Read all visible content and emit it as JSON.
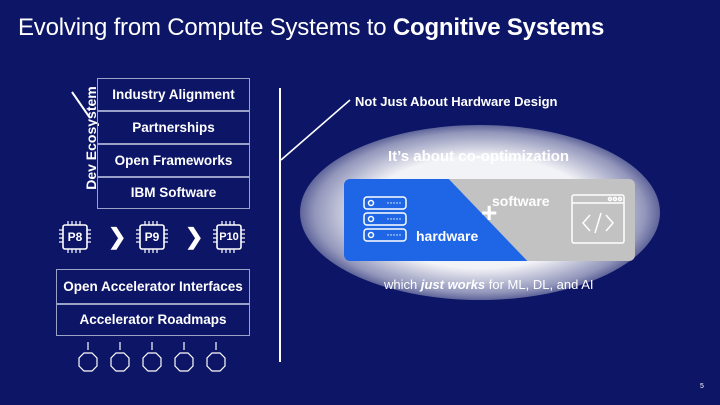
{
  "title": {
    "normal": "Evolving from Compute Systems to ",
    "bold": "Cognitive Systems"
  },
  "ecosystem": {
    "label": "Dev Ecosystem",
    "items": [
      "Industry Alignment",
      "Partnerships",
      "Open Frameworks",
      "IBM Software"
    ]
  },
  "processors": [
    "P8",
    "P9",
    "P10"
  ],
  "processor_arrow": "❯",
  "accelerators": [
    "Open Accelerator Interfaces",
    "Accelerator Roadmaps"
  ],
  "callout": "Not Just About Hardware Design",
  "coopt": {
    "heading": "It’s about co-optimization",
    "hardware_label": "hardware",
    "software_label": "software",
    "plus": "+",
    "tagline": {
      "pre": "which ",
      "emph": "just works",
      "post": " for ML, DL, and AI"
    }
  },
  "page_number": "5",
  "colors": {
    "background": "#0c1566",
    "accent_blue": "#1f66e6",
    "panel_gray": "#c2c2c2"
  }
}
